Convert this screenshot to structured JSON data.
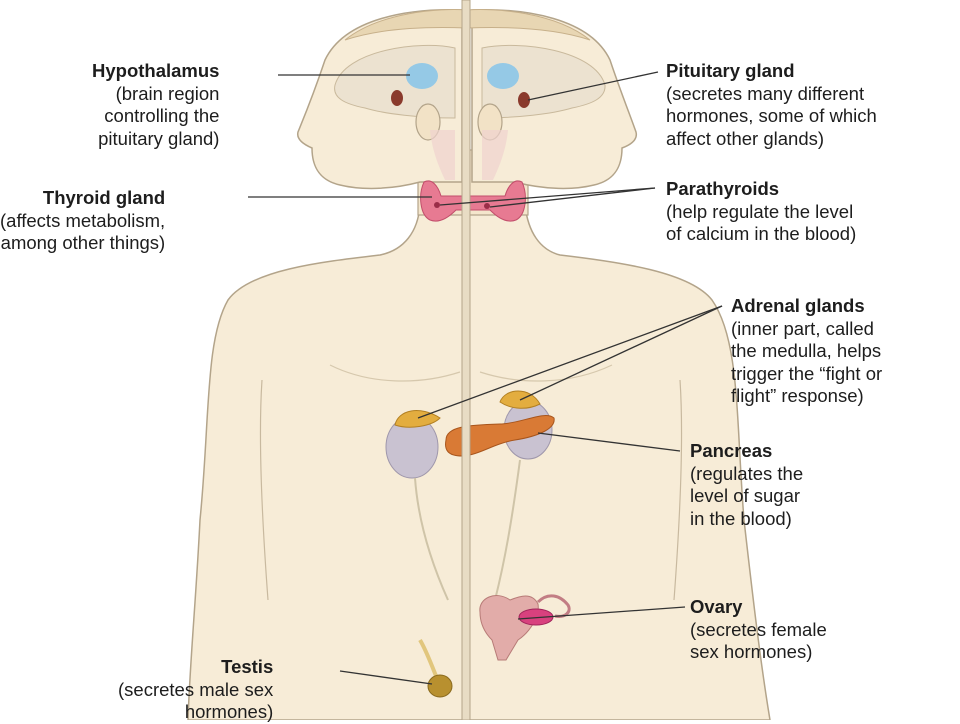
{
  "colors": {
    "background": "#ffffff",
    "skin": "#f7ecd7",
    "outline": "#b3a48a",
    "brain": "#ece2d0",
    "hypothalamus": "#8cc7e8",
    "pituitary": "#8a3a2c",
    "thyroid": "#e77a92",
    "adrenal": "#e3ad3f",
    "pancreas": "#d97a35",
    "kidney": "#c9c2d1",
    "ovary": "#d8417e",
    "uterus": "#e2aca9",
    "testis": "#b8902f",
    "leader_line": "#333333"
  },
  "labels": {
    "hypothalamus": {
      "name": "Hypothalamus",
      "lines": [
        "(brain region",
        "controlling the",
        "pituitary gland)"
      ]
    },
    "pituitary": {
      "name": "Pituitary gland",
      "lines": [
        "(secretes many different",
        "hormones, some of which",
        "affect other glands)"
      ]
    },
    "thyroid": {
      "name": "Thyroid gland",
      "lines": [
        "(affects metabolism,",
        "among other things)"
      ]
    },
    "parathyroids": {
      "name": "Parathyroids",
      "lines": [
        "(help regulate the level",
        "of calcium in the blood)"
      ]
    },
    "adrenal": {
      "name": "Adrenal glands",
      "lines": [
        "(inner part, called",
        "the medulla, helps",
        "trigger the “fight or",
        "flight” response)"
      ]
    },
    "pancreas": {
      "name": "Pancreas",
      "lines": [
        "(regulates the",
        "level of sugar",
        "in the blood)"
      ]
    },
    "ovary": {
      "name": "Ovary",
      "lines": [
        "(secretes female",
        "sex hormones)"
      ]
    },
    "testis": {
      "name": "Testis",
      "lines": [
        "(secretes male sex",
        "hormones)"
      ]
    }
  }
}
